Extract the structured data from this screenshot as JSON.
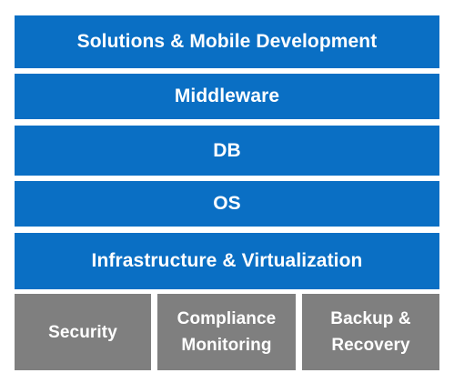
{
  "colors": {
    "layer_blue": "#0a6fc4",
    "support_gray": "#7f7f7f",
    "text": "#ffffff"
  },
  "layers": [
    {
      "label": "Solutions & Mobile Development"
    },
    {
      "label": "Middleware"
    },
    {
      "label": "DB"
    },
    {
      "label": "OS"
    },
    {
      "label": "Infrastructure & Virtualization"
    }
  ],
  "support": [
    {
      "label": "Security"
    },
    {
      "label": "Compliance\nMonitoring"
    },
    {
      "label": "Backup &\nRecovery"
    }
  ]
}
